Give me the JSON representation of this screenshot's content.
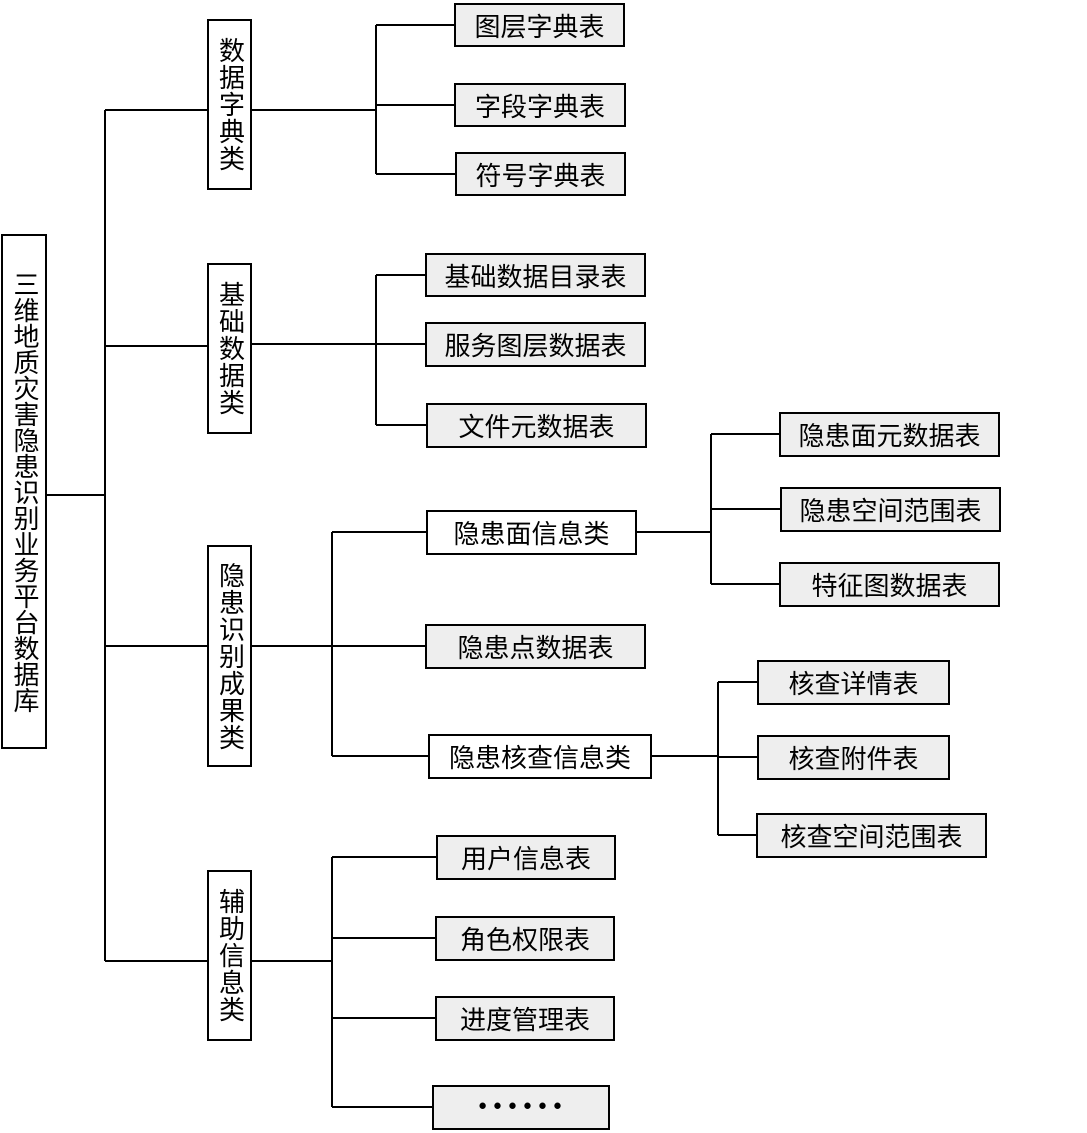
{
  "root": {
    "label": "三维地质灾害隐患识别业务平台数据库"
  },
  "categories": [
    {
      "label": "数据字典类",
      "children": [
        {
          "label": "图层字典表"
        },
        {
          "label": "字段字典表"
        },
        {
          "label": "符号字典表"
        }
      ]
    },
    {
      "label": "基础数据类",
      "children": [
        {
          "label": "基础数据目录表"
        },
        {
          "label": "服务图层数据表"
        },
        {
          "label": "文件元数据表"
        }
      ]
    },
    {
      "label": "隐患识别成果类",
      "children": [
        {
          "label": "隐患面信息类",
          "children": [
            {
              "label": "隐患面元数据表"
            },
            {
              "label": "隐患空间范围表"
            },
            {
              "label": "特征图数据表"
            }
          ]
        },
        {
          "label": "隐患点数据表"
        },
        {
          "label": "隐患核查信息类",
          "children": [
            {
              "label": "核查详情表"
            },
            {
              "label": "核查附件表"
            },
            {
              "label": "核查空间范围表"
            }
          ]
        }
      ]
    },
    {
      "label": "辅助信息类",
      "children": [
        {
          "label": "用户信息表"
        },
        {
          "label": "角色权限表"
        },
        {
          "label": "进度管理表"
        },
        {
          "label": "••••••"
        }
      ]
    }
  ]
}
